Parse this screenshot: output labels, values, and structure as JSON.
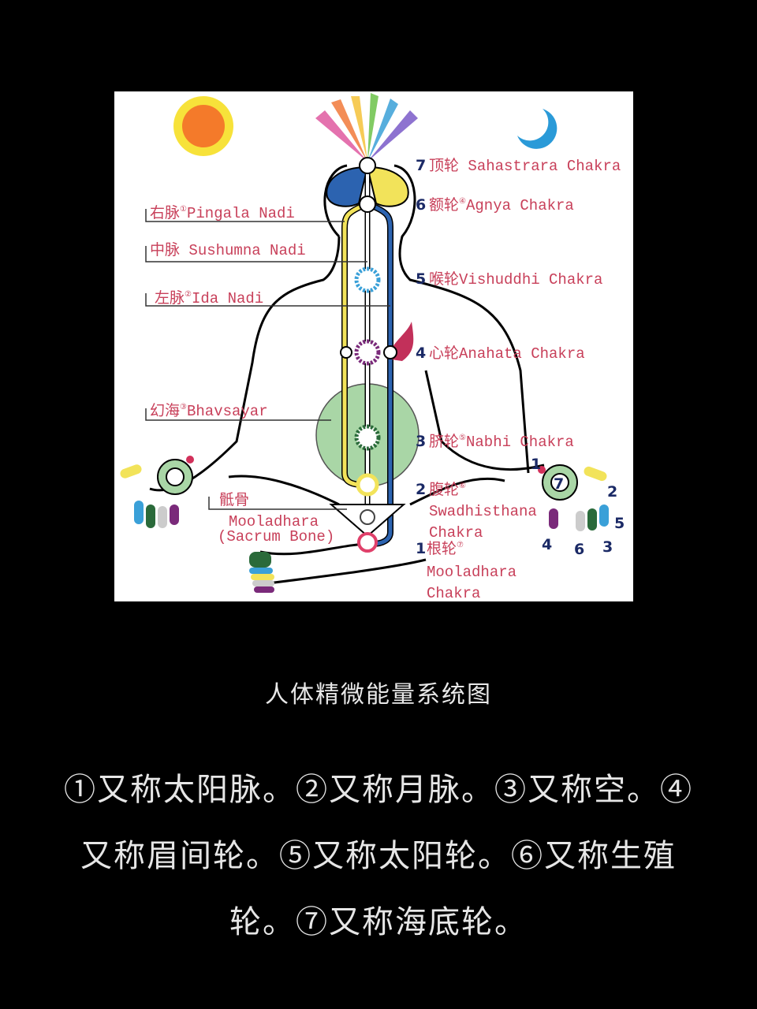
{
  "diagram": {
    "channels": [
      {
        "label": "右脉",
        "note": "①",
        "name": "Pingala Nadi"
      },
      {
        "label": "中脉",
        "note": "",
        "name": "Sushumna Nadi"
      },
      {
        "label": "左脉",
        "note": "②",
        "name": "Ida Nadi"
      },
      {
        "label": "幻海",
        "note": "③",
        "name": "Bhavsayar"
      }
    ],
    "sacrum": {
      "label": "骶骨",
      "line1": "Mooladhara",
      "line2": "(Sacrum Bone)"
    },
    "chakras": [
      {
        "num": "7",
        "label": "顶轮",
        "note": "",
        "name": "Sahastrara Chakra"
      },
      {
        "num": "6",
        "label": "额轮",
        "note": "④",
        "name": "Agnya Chakra"
      },
      {
        "num": "5",
        "label": "喉轮",
        "note": "",
        "name": "Vishuddhi Chakra"
      },
      {
        "num": "4",
        "label": "心轮",
        "note": "",
        "name": "Anahata Chakra"
      },
      {
        "num": "3",
        "label": "脐轮",
        "note": "⑤",
        "name": "Nabhi Chakra"
      },
      {
        "num": "2",
        "label": "腹轮",
        "note": "⑥",
        "name": "Swadhisthana",
        "name2": "Chakra"
      },
      {
        "num": "1",
        "label": "根轮",
        "note": "⑦",
        "name": "Mooladhara",
        "name2": "Chakra"
      }
    ],
    "hand_numbers": [
      "1",
      "2",
      "5",
      "3",
      "6",
      "4",
      "7"
    ],
    "colors": {
      "label": "#c8405a",
      "number": "#1b2a66",
      "yellow_channel": "#f2e35a",
      "blue_channel": "#2c63b0",
      "sun": "#f47a2a",
      "moon": "#2a9ad8"
    }
  },
  "caption": "人体精微能量系统图",
  "notes": "①又称太阳脉。②又称月脉。③又称空。④又称眉间轮。⑤又称太阳轮。⑥又称生殖轮。⑦又称海底轮。"
}
